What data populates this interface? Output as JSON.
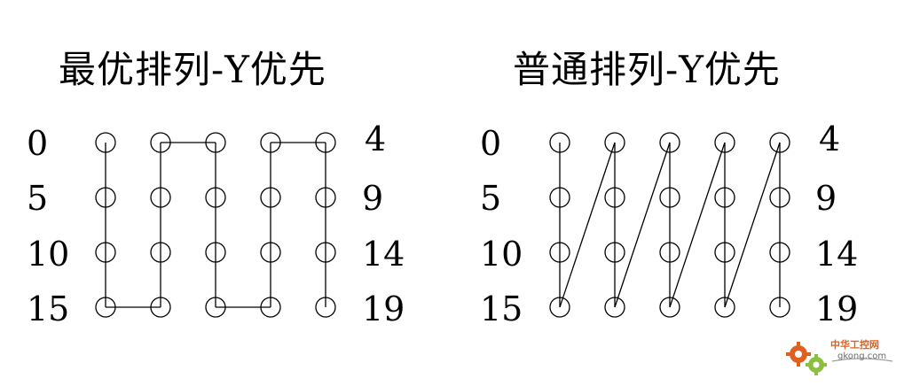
{
  "left_panel": {
    "title": "最优排列-Y优先",
    "row_start_labels": [
      "0",
      "5",
      "10",
      "15"
    ],
    "row_end_labels": [
      "4",
      "9",
      "14",
      "19"
    ],
    "grid": {
      "rows": 4,
      "cols": 5
    },
    "path_order": [
      0,
      5,
      10,
      15,
      16,
      11,
      6,
      1,
      2,
      7,
      12,
      17,
      18,
      13,
      8,
      3,
      4,
      9,
      14,
      19
    ],
    "path_style": "serpentine-column"
  },
  "right_panel": {
    "title": "普通排列-Y优先",
    "row_start_labels": [
      "0",
      "5",
      "10",
      "15"
    ],
    "row_end_labels": [
      "4",
      "9",
      "14",
      "19"
    ],
    "grid": {
      "rows": 4,
      "cols": 5
    },
    "path_order": [
      0,
      5,
      10,
      15,
      1,
      6,
      11,
      16,
      2,
      7,
      12,
      17,
      3,
      8,
      13,
      18,
      4,
      9,
      14,
      19
    ],
    "path_style": "column-return"
  },
  "watermark": {
    "text": "中华工控网",
    "domain": "gkong.com",
    "icon": "gear-icon"
  },
  "colors": {
    "stroke": "#000000",
    "background": "#ffffff",
    "watermark_orange": "#e0601e",
    "watermark_green": "#8cbf3f"
  }
}
